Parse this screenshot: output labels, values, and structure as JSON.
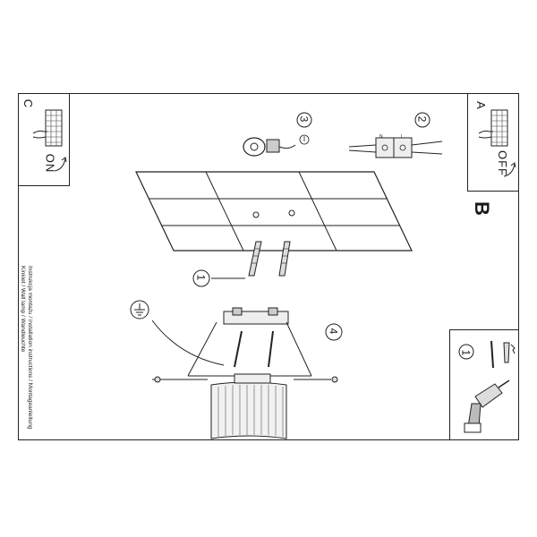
{
  "panels": {
    "left": {
      "letter": "C",
      "state": "ON"
    },
    "right": {
      "letter": "A",
      "state": "OFF",
      "sub_letter": "B"
    }
  },
  "steps": {
    "wire_connect": "2",
    "ground_terminal": "3",
    "drill": "1",
    "anchors": "1",
    "mount": "4"
  },
  "terminal_labels": {
    "n": "N",
    "l": "L"
  },
  "caption_lines": [
    "Instrukcja montażu / installation instructions / Montageanleitung",
    "Kinkiet / Wall lamp / Wandleuchte"
  ]
}
